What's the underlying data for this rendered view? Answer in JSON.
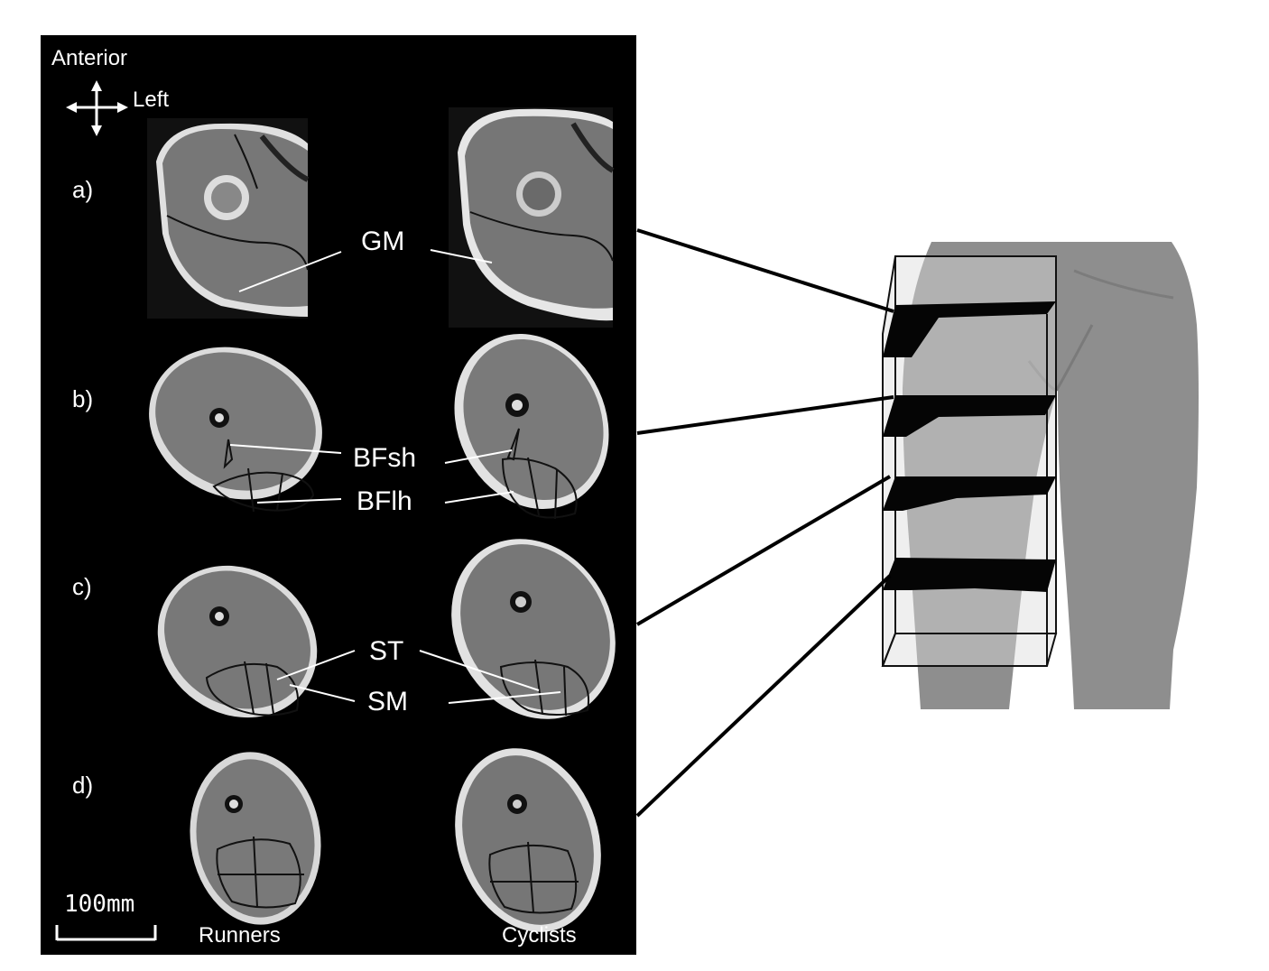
{
  "orientation": {
    "anterior": "Anterior",
    "left": "Left"
  },
  "rows": [
    {
      "label": "a)"
    },
    {
      "label": "b)"
    },
    {
      "label": "c)"
    },
    {
      "label": "d)"
    }
  ],
  "muscles": {
    "gm": "GM",
    "bfsh": "BFsh",
    "bflh": "BFlh",
    "st": "ST",
    "sm": "SM"
  },
  "groups": {
    "runners": "Runners",
    "cyclists": "Cyclists"
  },
  "scale_bar": {
    "label": "100mm"
  },
  "colors": {
    "panel_bg": "#000000",
    "tissue": "#7a7a7a",
    "fat": "#d8d8d8",
    "body_model": "#8e8e8e"
  }
}
